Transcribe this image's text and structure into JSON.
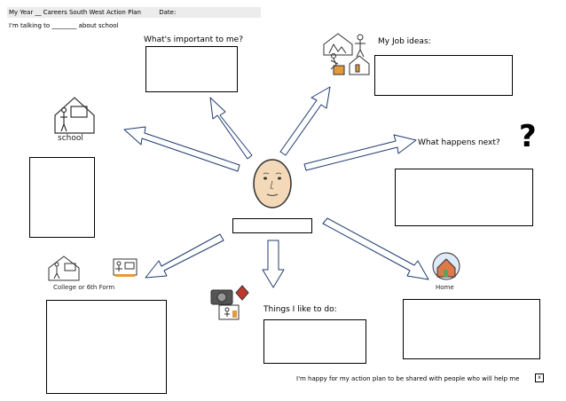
{
  "header": {
    "title": "My Year __ Careers South West Action Plan",
    "date_label": "Date:"
  },
  "talking_line": "I'm talking to ________ about school",
  "sections": {
    "important": {
      "label": "What's important to me?"
    },
    "job_ideas": {
      "label": "My Job ideas:"
    },
    "school": {
      "caption": "school"
    },
    "next": {
      "label": "What happens next?"
    },
    "college": {
      "caption": "College   or  6th   Form"
    },
    "likes": {
      "label": "Things I like to do:"
    },
    "home": {
      "caption": "Home"
    }
  },
  "question_mark": "?",
  "consent": {
    "text": "I'm happy for my action plan to be shared with people who will help me",
    "checkbox_value": "x"
  },
  "icons": [
    "school-icon",
    "job-ideas-icon",
    "face-icon",
    "question-mark-icon",
    "college-icon",
    "sixth-form-icon",
    "hobbies-icon",
    "home-icon"
  ],
  "colors": {
    "background": "#ffffff",
    "header_bar": "#ececec",
    "arrow_fill": "#ffffff",
    "arrow_stroke": "#1f3b6f",
    "face_skin": "#f3d9b7"
  }
}
